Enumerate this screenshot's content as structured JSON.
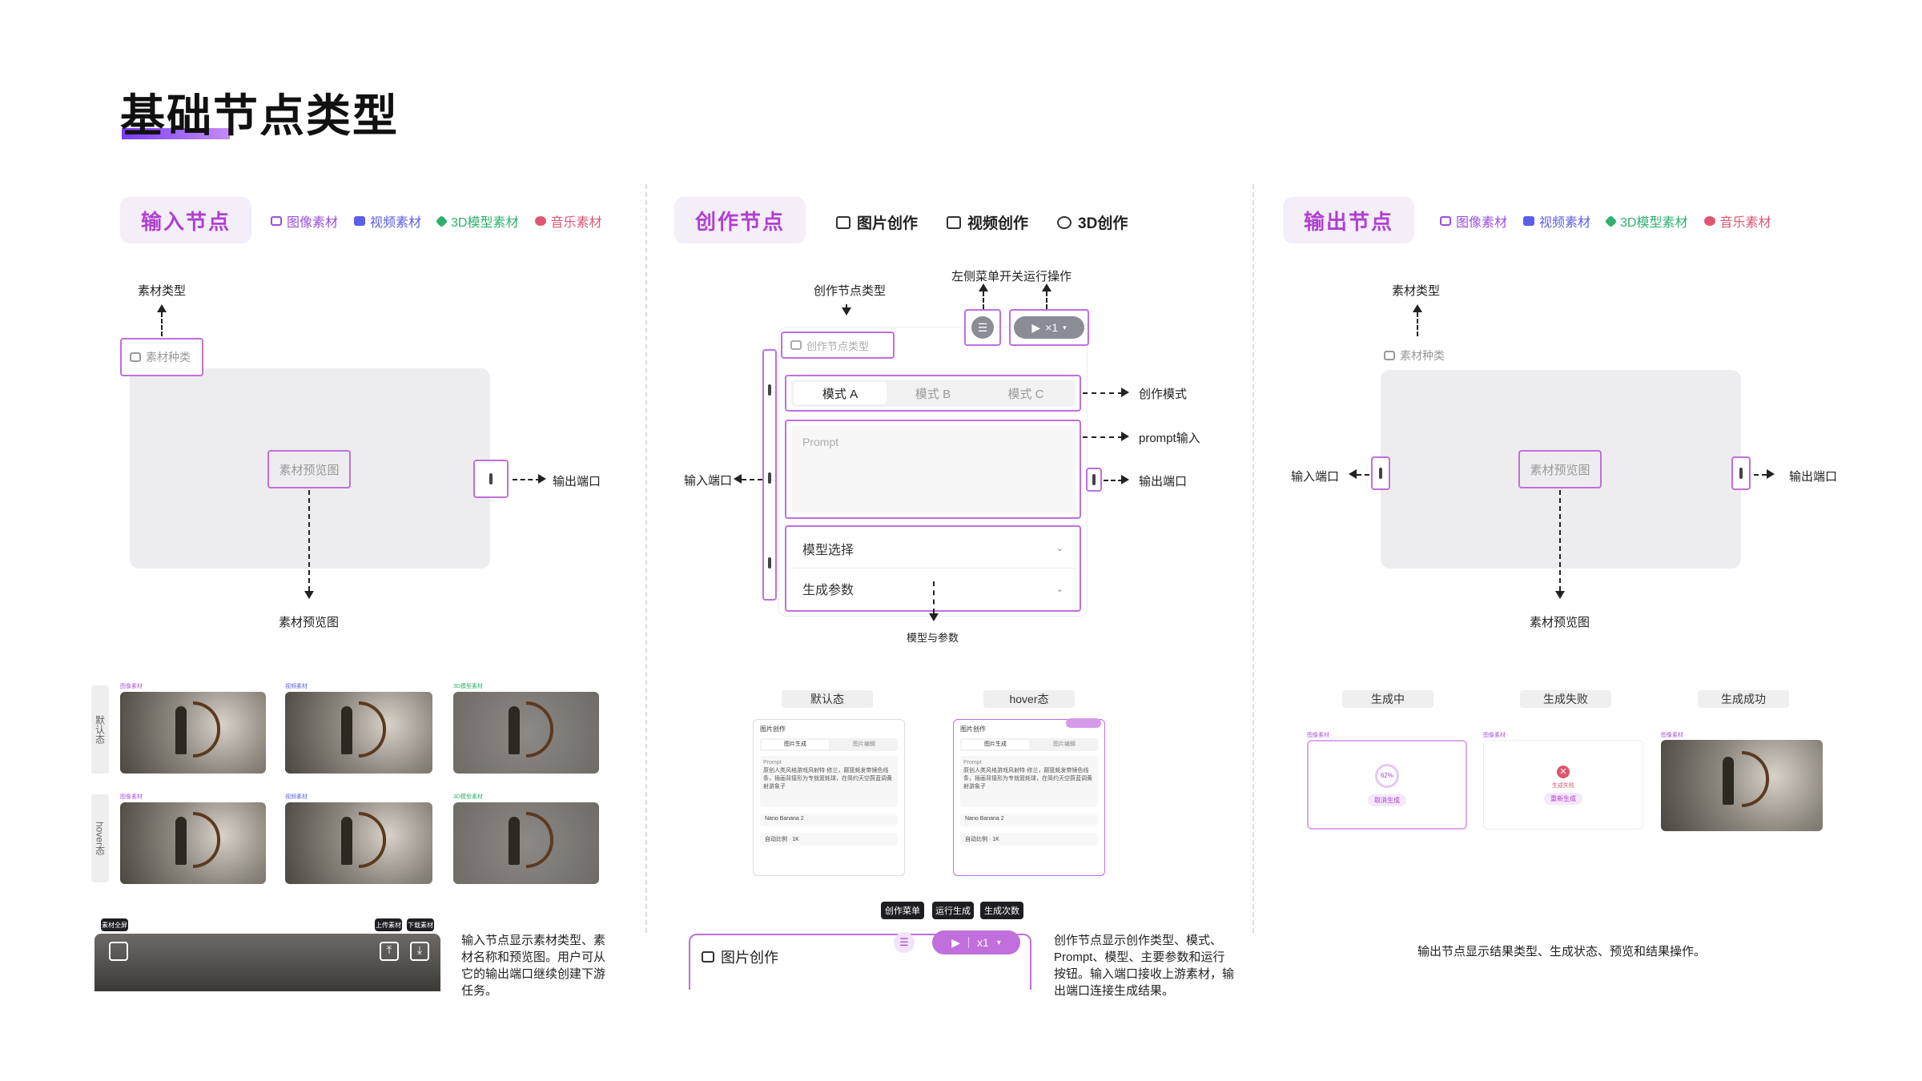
{
  "page_title": "基础节点类型",
  "colors": {
    "accent": "#b13fd1",
    "image": "#9b4fe0",
    "video": "#5b5ee6",
    "model3d": "#2fb06e",
    "music": "#e0556f"
  },
  "input_section": {
    "chip": "输入节点",
    "types": [
      {
        "icon": "image-icon",
        "label": "图像素材"
      },
      {
        "icon": "video-icon",
        "label": "视频素材"
      },
      {
        "icon": "cube-icon",
        "label": "3D模型素材"
      },
      {
        "icon": "music-icon",
        "label": "音乐素材"
      }
    ],
    "callout_type": "素材类型",
    "node_label": "素材种类",
    "preview_box": "素材预览图",
    "port_label": "输出端口",
    "callout_preview": "素材预览图",
    "state_default": "默认态",
    "state_hover": "hover态",
    "hover_tips": {
      "left": "素材全屏",
      "upload": "上传素材",
      "download": "下载素材"
    },
    "description": "输入节点显示素材类型、素材名称和预览图。用户可从它的输出端口继续创建下游任务。"
  },
  "create_section": {
    "chip": "创作节点",
    "types": [
      {
        "icon": "image-create-icon",
        "label": "图片创作"
      },
      {
        "icon": "video-create-icon",
        "label": "视频创作"
      },
      {
        "icon": "3d-create-icon",
        "label": "3D创作"
      }
    ],
    "callout_type": "创作节点类型",
    "callout_menu": "左侧菜单开关",
    "callout_run": "运行操作",
    "node_label": "创作节点类型",
    "run_count": "×1",
    "modes": [
      "模式 A",
      "模式 B",
      "模式 C"
    ],
    "callout_mode": "创作模式",
    "prompt_placeholder": "Prompt",
    "callout_prompt": "prompt输入",
    "input_port": "输入端口",
    "output_port": "输出端口",
    "model_select": "模型选择",
    "gen_params": "生成参数",
    "callout_model": "模型与参数",
    "state_default": "默认态",
    "state_hover": "hover态",
    "mini": {
      "header": "图片创作",
      "tab1": "图片生成",
      "tab2": "图片编辑",
      "prompt_label": "Prompt",
      "prompt_text": "原创人类风格游戏风射特·修兰，巅篮蚝发带镜色线条，插画背接形为专就篮蚝球，在简约天空蔚蓝调黄射游象子",
      "model": "Nano Banana 2",
      "ratio": "自动比例 · 1K"
    },
    "tips": [
      "创作菜单",
      "运行生成",
      "生成次数"
    ],
    "bottom_node_label": "图片创作",
    "bottom_count": "x1",
    "description": "创作节点显示创作类型、模式、Prompt、模型、主要参数和运行按钮。输入端口接收上游素材，输出端口连接生成结果。"
  },
  "output_section": {
    "chip": "输出节点",
    "types": [
      {
        "icon": "image-icon",
        "label": "图像素材"
      },
      {
        "icon": "video-icon",
        "label": "视频素材"
      },
      {
        "icon": "cube-icon",
        "label": "3D模型素材"
      },
      {
        "icon": "music-icon",
        "label": "音乐素材"
      }
    ],
    "callout_type": "素材类型",
    "node_label": "素材种类",
    "preview_box": "素材预览图",
    "input_port": "输入端口",
    "output_port": "输出端口",
    "callout_preview": "素材预览图",
    "states": [
      "生成中",
      "生成失败",
      "生成成功"
    ],
    "progress": "62%",
    "progress_action": "取消生成",
    "fail_text": "生成失败",
    "fail_action": "重新生成",
    "description": "输出节点显示结果类型、生成状态、预览和结果操作。"
  }
}
